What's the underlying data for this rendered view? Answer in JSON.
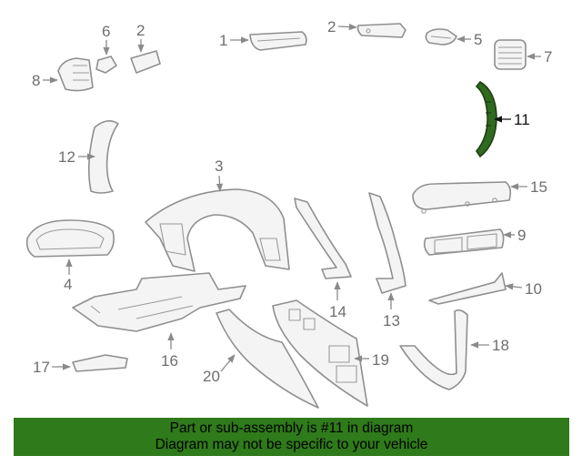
{
  "diagram": {
    "highlighted_callout": "11",
    "active_color": "#2f6a1f",
    "part_outline_color": "#8f8f8f",
    "callouts": [
      {
        "id": "c1",
        "label": "1",
        "part": "top-center trim piece"
      },
      {
        "id": "c2a",
        "label": "2",
        "part": "small trim clip"
      },
      {
        "id": "c2b",
        "label": "2",
        "part": "upper trim panel"
      },
      {
        "id": "c3",
        "label": "3",
        "part": "instrument panel upper"
      },
      {
        "id": "c4",
        "label": "4",
        "part": "cluster bezel"
      },
      {
        "id": "c5",
        "label": "5",
        "part": "defroster vent"
      },
      {
        "id": "c6",
        "label": "6",
        "part": "clip"
      },
      {
        "id": "c7",
        "label": "7",
        "part": "side air vent"
      },
      {
        "id": "c8",
        "label": "8",
        "part": "left air vent"
      },
      {
        "id": "c9",
        "label": "9",
        "part": "center air vent"
      },
      {
        "id": "c10",
        "label": "10",
        "part": "lower trim strip"
      },
      {
        "id": "c11",
        "label": "11",
        "part": "end cap trim"
      },
      {
        "id": "c12",
        "label": "12",
        "part": "left end cap"
      },
      {
        "id": "c13",
        "label": "13",
        "part": "right side trim"
      },
      {
        "id": "c14",
        "label": "14",
        "part": "left side trim"
      },
      {
        "id": "c15",
        "label": "15",
        "part": "dash trim panel"
      },
      {
        "id": "c16",
        "label": "16",
        "part": "instrument panel lower frame"
      },
      {
        "id": "c17",
        "label": "17",
        "part": "bracket"
      },
      {
        "id": "c18",
        "label": "18",
        "part": "glove box trim"
      },
      {
        "id": "c19",
        "label": "19",
        "part": "knee bolster"
      },
      {
        "id": "c20",
        "label": "20",
        "part": "lower panel"
      }
    ]
  },
  "footer": {
    "line1": "Part or sub-assembly is #11 in diagram",
    "line2": "Diagram may not be specific to your vehicle",
    "background": "#2f7a1a"
  }
}
